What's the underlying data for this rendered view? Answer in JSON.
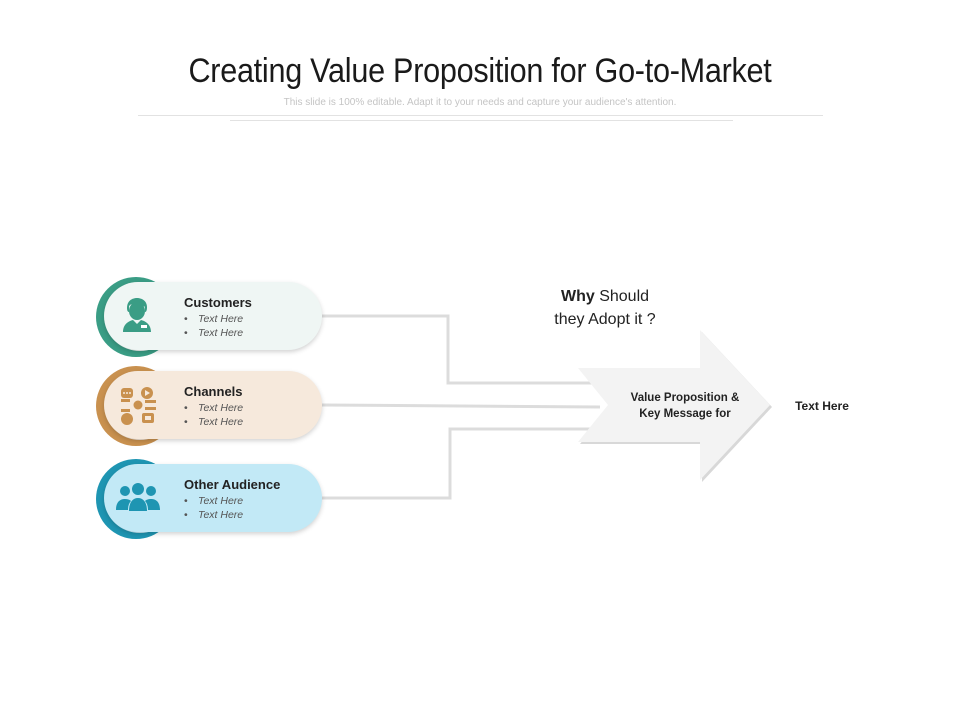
{
  "header": {
    "title": "Creating Value Proposition for Go-to-Market",
    "subtitle": "This slide is 100% editable. Adapt it to your needs and capture your audience's attention."
  },
  "inputs": [
    {
      "title": "Customers",
      "bullets": [
        "Text Here",
        "Text Here"
      ],
      "icon": "customer-icon",
      "ring_color": "#3a9d85",
      "pill_color": "#eff6f4"
    },
    {
      "title": "Channels",
      "bullets": [
        "Text Here",
        "Text Here"
      ],
      "icon": "channels-icon",
      "ring_color": "#c9914f",
      "pill_color": "#f6e9dc"
    },
    {
      "title": "Other Audience",
      "bullets": [
        "Text Here",
        "Text Here"
      ],
      "icon": "audience-icon",
      "ring_color": "#1e95b2",
      "pill_color": "#c2e9f6"
    }
  ],
  "question": {
    "bold": "Why",
    "rest_line1": " Should",
    "line2": "they Adopt it ?"
  },
  "arrow": {
    "line1": "Value Proposition &",
    "line2": "Key Message for"
  },
  "result": {
    "text": "Text Here"
  }
}
